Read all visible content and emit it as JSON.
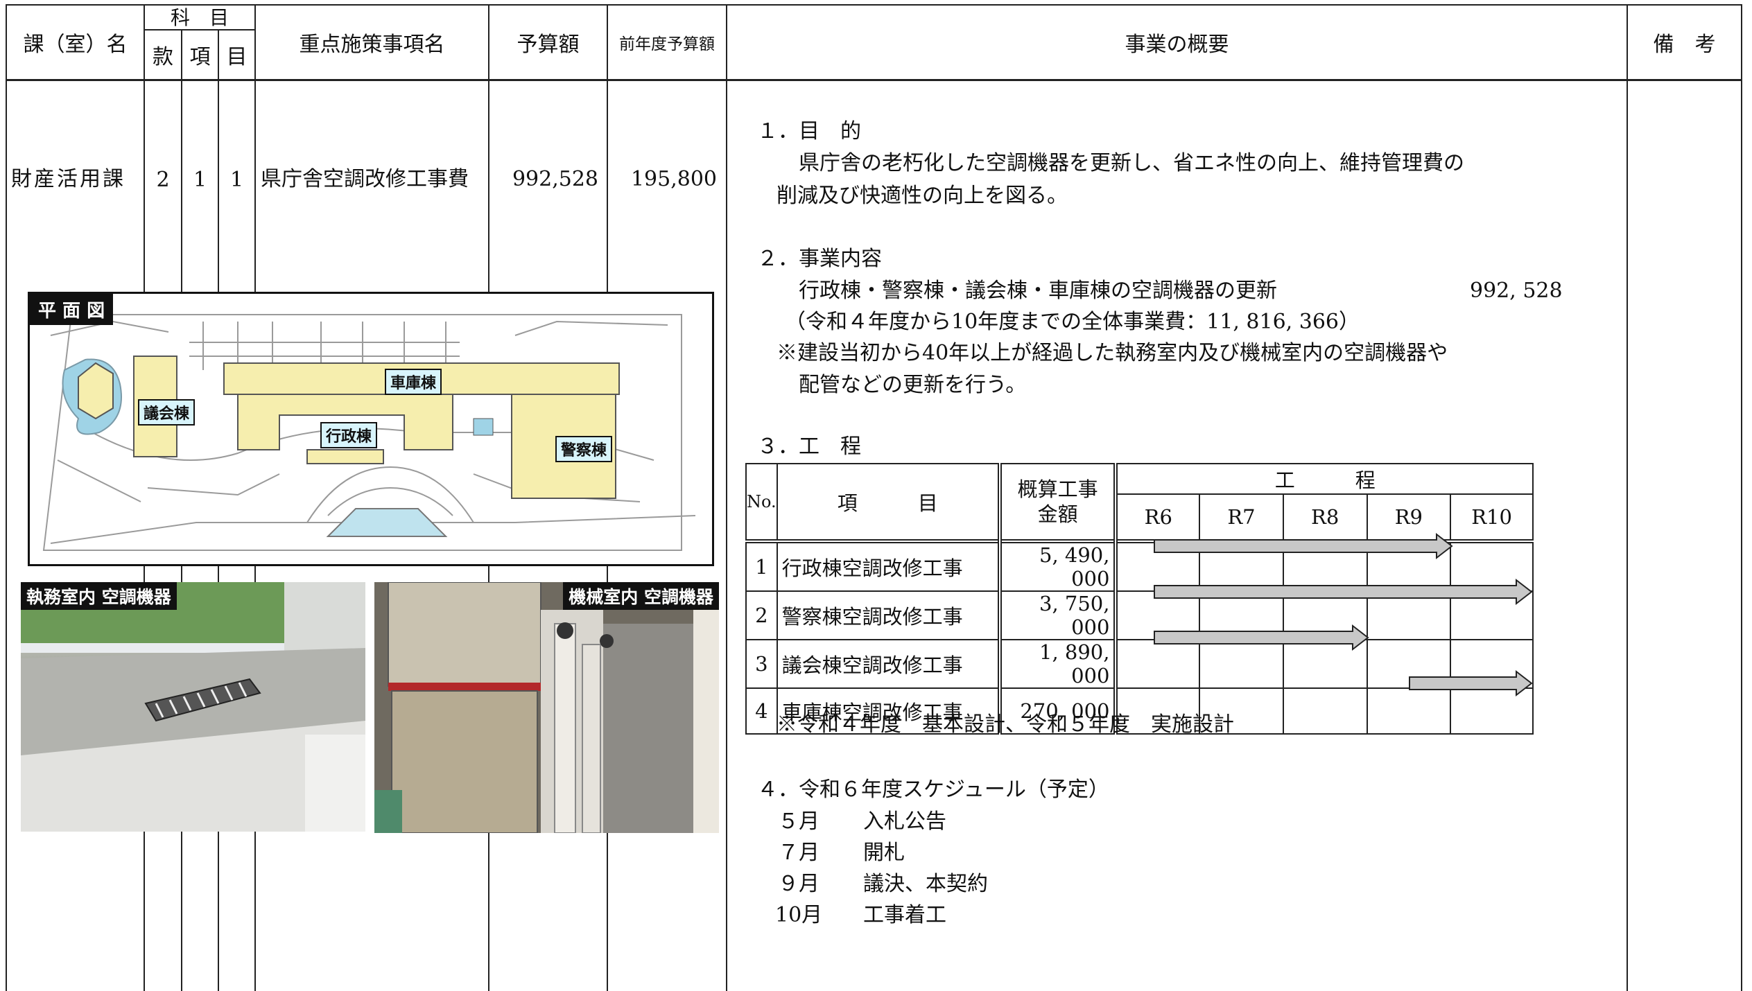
{
  "header": {
    "division": "課（室）名",
    "subject": "科　目",
    "kan": "款",
    "kou": "項",
    "moku": "目",
    "measure": "重点施策事項名",
    "budget": "予算額",
    "prev_budget": "前年度予算額",
    "overview": "事業の概要",
    "remarks": "備　考"
  },
  "row": {
    "division": "財産活用課",
    "kan": "2",
    "kou": "1",
    "moku": "1",
    "measure": "県庁舎空調改修工事費",
    "budget": "992,528",
    "prev_budget": "195,800"
  },
  "overview": {
    "s1_title": "１．目　的",
    "s1_l1": "県庁舎の老朽化した空調機器を更新し、省エネ性の向上、維持管理費の",
    "s1_l2": "削減及び快適性の向上を図る。",
    "s2_title": "２．事業内容",
    "s2_l1": "行政棟・警察棟・議会棟・車庫棟の空調機器の更新",
    "s2_l1_amount": "992, 528",
    "s2_l2": "（令和４年度から10年度までの全体事業費：11, 816, 366）",
    "s2_l3": "※建設当初から40年以上が経過した執務室内及び機械室内の空調機器や",
    "s2_l4": "配管などの更新を行う。",
    "s3_title": "３．工　程",
    "s3_note": "※令和４年度　基本設計、令和５年度　実施設計",
    "s4_title": "４．令和６年度スケジュール（予定）",
    "schedule": [
      {
        "month": "５月",
        "event": "入札公告"
      },
      {
        "month": "７月",
        "event": "開札"
      },
      {
        "month": "９月",
        "event": "議決、本契約"
      },
      {
        "month": "10月",
        "event": "工事着工"
      }
    ]
  },
  "process_table": {
    "no": "No.",
    "item": "項　　　目",
    "cost_l1": "概算工事",
    "cost_l2": "金額",
    "process": "工　　　程",
    "years": [
      "R6",
      "R7",
      "R8",
      "R9",
      "R10"
    ],
    "rows": [
      {
        "no": "1",
        "item": "行政棟空調改修工事",
        "amount": "5, 490, 000",
        "start": 0,
        "end": 4
      },
      {
        "no": "2",
        "item": "警察棟空調改修工事",
        "amount": "3, 750, 000",
        "start": 0,
        "end": 5
      },
      {
        "no": "3",
        "item": "議会棟空調改修工事",
        "amount": "1, 890, 000",
        "start": 0,
        "end": 3
      },
      {
        "no": "4",
        "item": "車庫棟空調改修工事",
        "amount": "270, 000",
        "start": 3,
        "end": 5
      }
    ]
  },
  "figures": {
    "plan_label": "平 面 図",
    "bldg_gikai": "議会棟",
    "bldg_shako": "車庫棟",
    "bldg_gyosei": "行政棟",
    "bldg_keisatsu": "警察棟",
    "photo1_label": "執務室内 空調機器",
    "photo2_label": "機械室内 空調機器"
  },
  "colors": {
    "building_fill": "#f6eeae",
    "tag_fill": "#d8f4fb",
    "arrow_fill": "#c8c8c8"
  }
}
